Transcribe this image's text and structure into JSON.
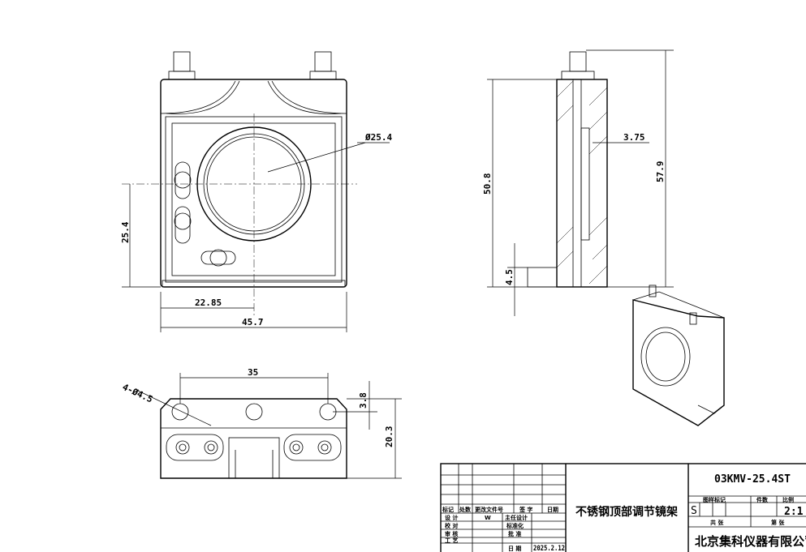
{
  "front_view": {
    "dims": {
      "diameter": "Ø25.4",
      "height": "25.4",
      "half_width": "22.85",
      "width": "45.7"
    }
  },
  "side_view": {
    "dims": {
      "depth": "3.75",
      "height": "50.8",
      "total_height": "57.9",
      "base": "4.5"
    }
  },
  "top_view": {
    "dims": {
      "hole_spacing": "35",
      "holes": "4-Ø4.5",
      "offset": "3.8",
      "depth": "20.3"
    }
  },
  "title_block": {
    "headers": [
      "标记",
      "处数",
      "更改文件号",
      "签 字",
      "日期"
    ],
    "rows": [
      {
        "label": "设 计",
        "value": "W",
        "label2": "主任设计"
      },
      {
        "label": "校 对",
        "value": "",
        "label2": "标准化"
      },
      {
        "label": "审 核",
        "value": "",
        "label2": "批 准"
      },
      {
        "label": "工 艺",
        "value": "",
        "label2": "日 期",
        "value2": "2025.2.12"
      }
    ],
    "part_name": "不锈钢顶部调节镜架",
    "part_number": "03KMV-25.4ST",
    "stage_label": "图样标记",
    "weight_label": "件数",
    "scale_label": "比例",
    "stage_value": "S",
    "scale_value": "2:1",
    "total_sheets_label": "共 张",
    "sheet_label": "第 张",
    "company": "北京集科仪器有限公司"
  }
}
